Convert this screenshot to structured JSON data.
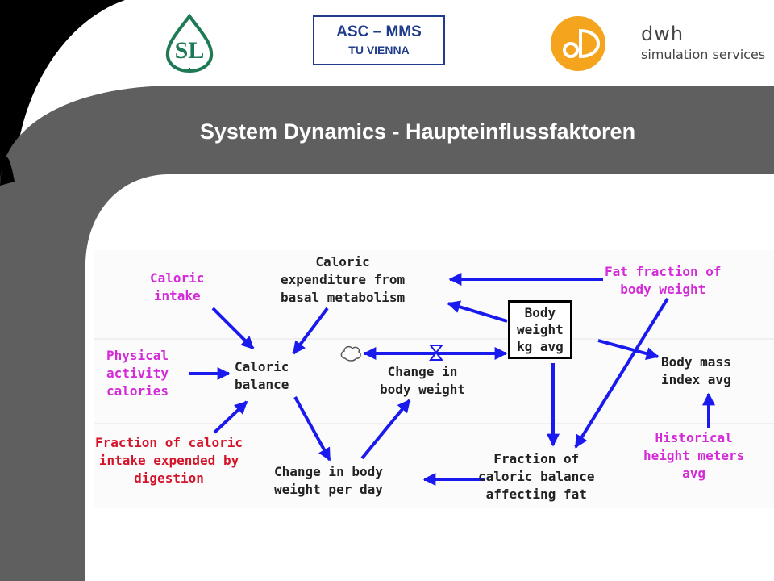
{
  "header": {
    "badge_line1": "ASC – MMS",
    "badge_line2": "TU VIENNA",
    "dwh_name": "dwh",
    "dwh_tagline": "simulation services"
  },
  "title": "System Dynamics - Haupteinflussfaktoren",
  "diagram": {
    "nodes": {
      "caloric_intake": "Caloric\nintake",
      "caloric_expenditure": "Caloric\nexpenditure from\nbasal metabolism",
      "fat_fraction": "Fat fraction of\nbody weight",
      "physical_activity": "Physical\nactivity\ncalories",
      "caloric_balance": "Caloric\nbalance",
      "change_body_weight": "Change in\nbody weight",
      "body_weight": "Body\nweight\nkg avg",
      "bmi": "Body mass\nindex avg",
      "digestion_fraction": "Fraction of caloric\nintake expended by\ndigestion",
      "change_per_day": "Change in body\nweight per day",
      "fraction_fat": "Fraction of\ncaloric balance\naffecting fat",
      "historical_height": "Historical\nheight meters\navg"
    },
    "colors": {
      "arrow": "#1a1aee",
      "input_label": "#d42ad8",
      "digestion_label": "#d4142a",
      "node_label": "#222222"
    }
  }
}
